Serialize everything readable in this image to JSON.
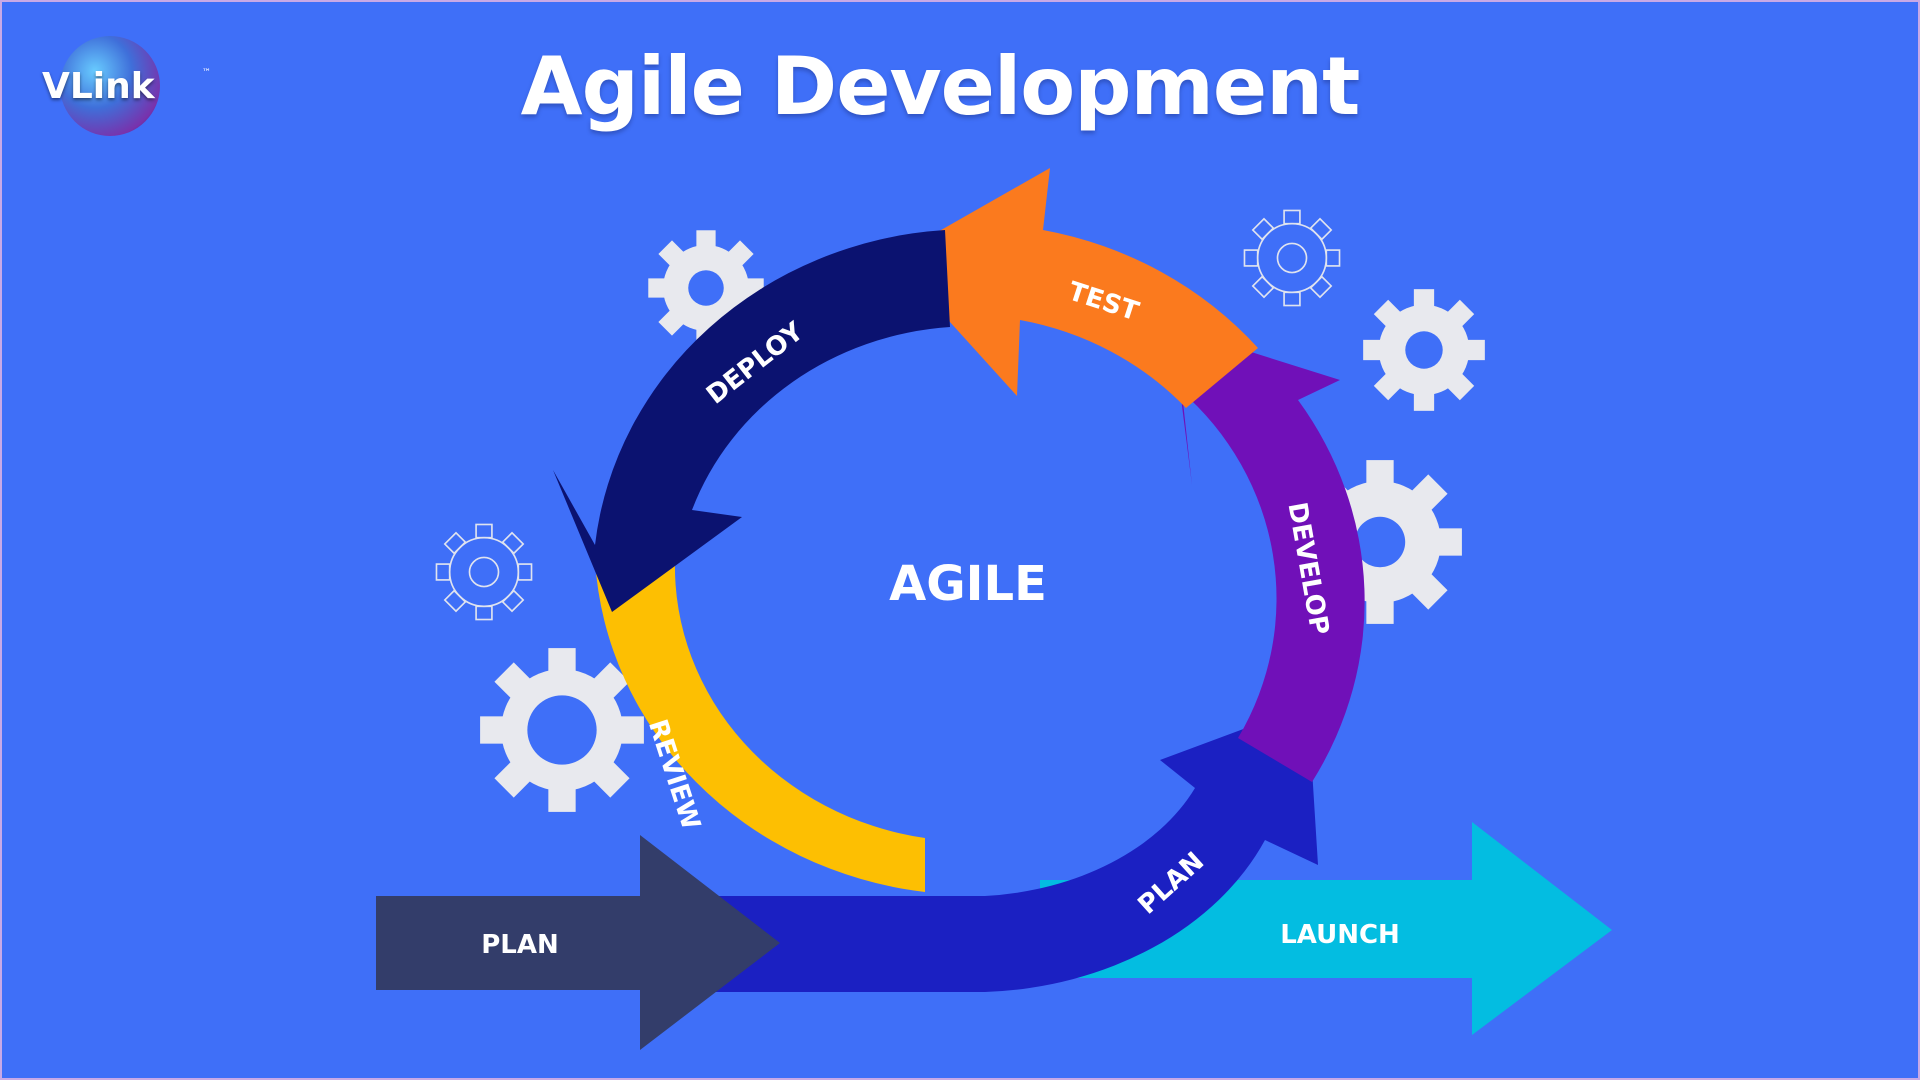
{
  "title": "Agile Development",
  "logo": {
    "text": "VLink",
    "trademark": "™"
  },
  "center_label": "AGILE",
  "cycle": [
    {
      "label": "TEST",
      "color": "#fb7a1e"
    },
    {
      "label": "DEVELOP",
      "color": "#7010b8"
    },
    {
      "label": "PLAN",
      "color": "#1b20c2"
    },
    {
      "label": "REVIEW",
      "color": "#fdbf02"
    },
    {
      "label": "DEPLOY",
      "color": "#0b1270"
    }
  ],
  "entry_arrow": {
    "label": "PLAN",
    "color": "#333d6a"
  },
  "exit_arrow": {
    "label": "LAUNCH",
    "color": "#03bde1"
  },
  "colors": {
    "background": "#3f6ff8",
    "gear_solid": "#e8e9ee",
    "gear_outline": "#dfe3ef"
  }
}
